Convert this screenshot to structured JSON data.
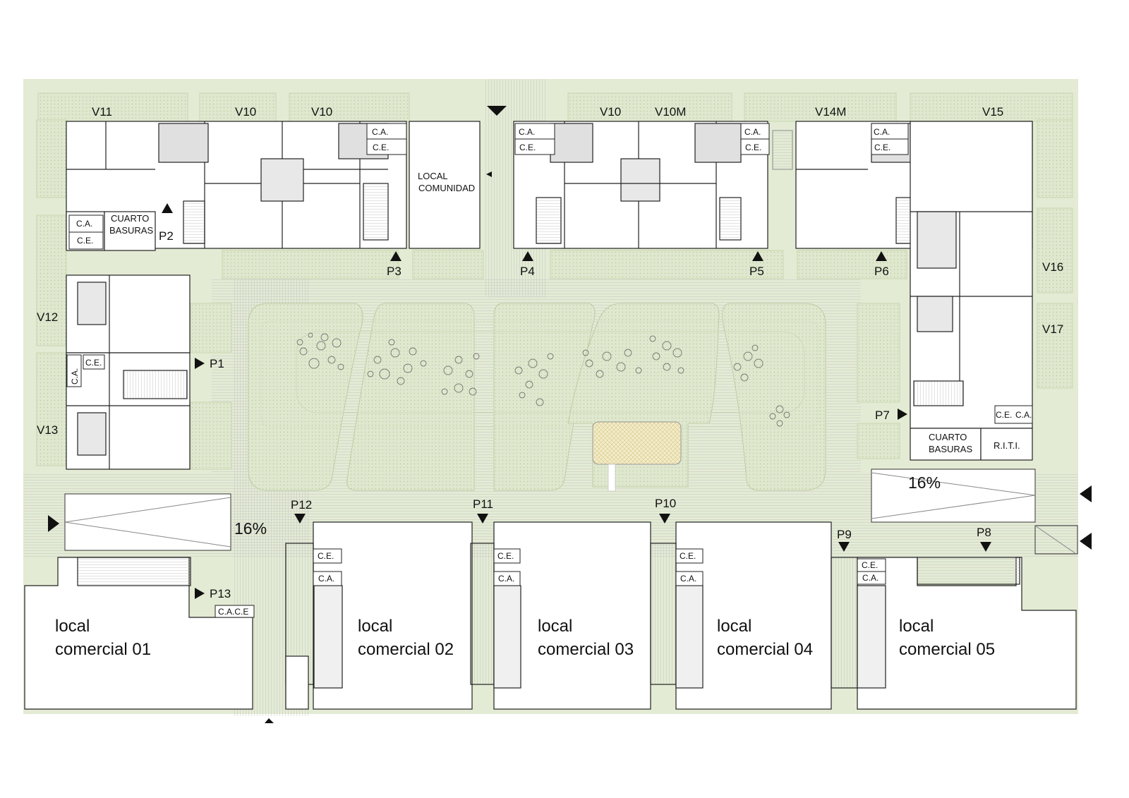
{
  "units": {
    "v11": "V11",
    "v10a": "V10",
    "v10b": "V10",
    "v10c": "V10",
    "v10m": "V10M",
    "v14m": "V14M",
    "v15": "V15",
    "v16": "V16",
    "v17": "V17",
    "v12": "V12",
    "v13": "V13"
  },
  "doors": {
    "p1": "P1",
    "p2": "P2",
    "p3": "P3",
    "p4": "P4",
    "p5": "P5",
    "p6": "P6",
    "p7": "P7",
    "p8": "P8",
    "p9": "P9",
    "p10": "P10",
    "p11": "P11",
    "p12": "P12",
    "p13": "P13"
  },
  "rooms": {
    "ca": "C.A.",
    "ce": "C.E.",
    "cace": "C.A.C.E",
    "cuarto_basuras_1": "CUARTO",
    "cuarto_basuras_2": "BASURAS",
    "local_comunidad_1": "LOCAL",
    "local_comunidad_2": "COMUNIDAD",
    "riti": "R.I.T.I."
  },
  "shops": [
    {
      "line1": "local",
      "line2": "comercial 01"
    },
    {
      "line1": "local",
      "line2": "comercial 02"
    },
    {
      "line1": "local",
      "line2": "comercial 03"
    },
    {
      "line1": "local",
      "line2": "comercial 04"
    },
    {
      "line1": "local",
      "line2": "comercial 05"
    }
  ],
  "ramps": {
    "left": "16%",
    "right": "16%"
  },
  "colors": {
    "green": "#dfe8cf",
    "green_dark": "#cfdcb6",
    "line": "#222222",
    "hatch": "#bdbdbd",
    "playground": "#efe7c3"
  }
}
